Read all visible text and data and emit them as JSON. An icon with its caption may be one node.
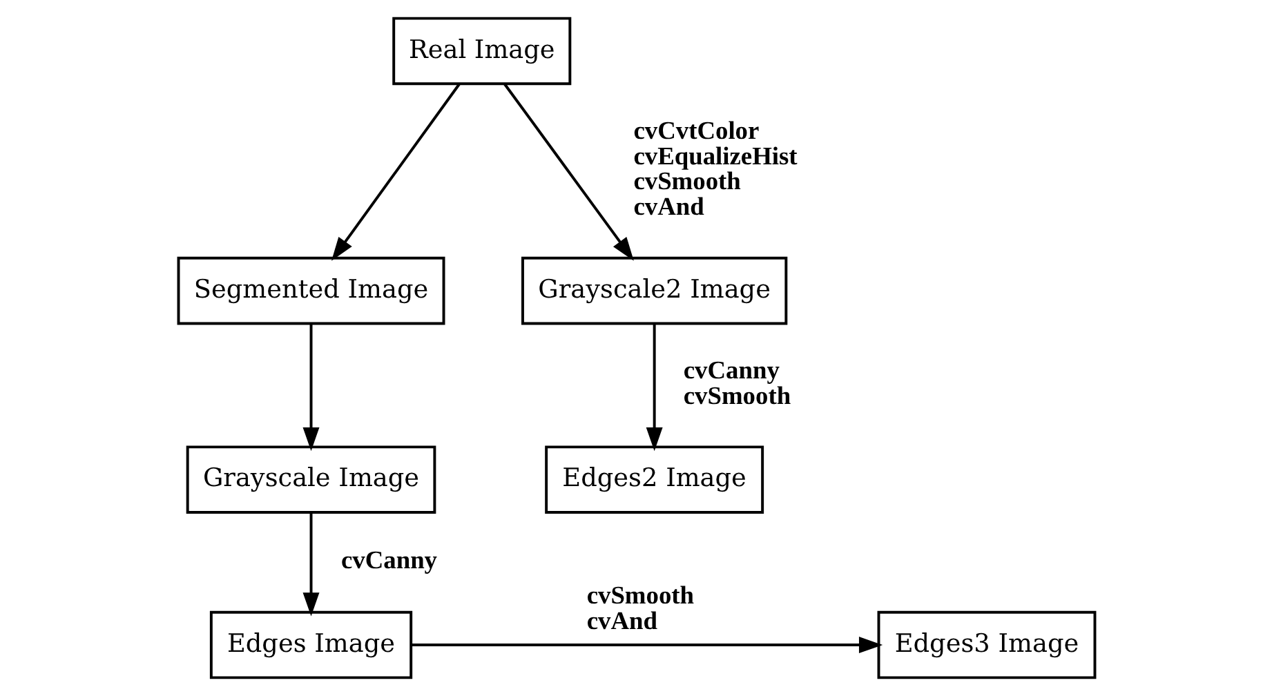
{
  "diagram": {
    "nodes": [
      {
        "text": [
          "Real Image"
        ]
      },
      {
        "text": [
          "Segmented Image"
        ]
      },
      {
        "text": [
          "Grayscale Image"
        ]
      },
      {
        "text": [
          "Grayscale2 Image"
        ]
      },
      {
        "text": [
          "Edges Image"
        ]
      },
      {
        "text": [
          "Edges2 Image"
        ]
      },
      {
        "text": [
          "Edges3 Image"
        ]
      }
    ],
    "edges": [
      {
        "from": 0,
        "to": 1,
        "arrow": "to"
      },
      {
        "from": 0,
        "to": 3,
        "arrow": "to",
        "label": "cvCvtColor cvEqualizeHist cvSmooth cvAnd"
      },
      {
        "from": 1,
        "to": 2,
        "arrow": "to"
      },
      {
        "from": 2,
        "to": 4,
        "arrow": "to",
        "label": "cvCanny"
      },
      {
        "from": 3,
        "to": 5,
        "arrow": "to",
        "label": "cvCanny cvSmooth"
      },
      {
        "from": 4,
        "to": 6,
        "arrow": "to",
        "label": "cvSmooth cvAnd"
      }
    ]
  }
}
